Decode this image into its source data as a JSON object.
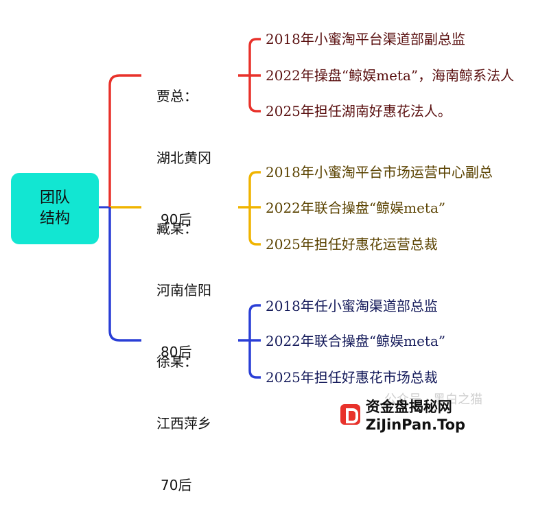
{
  "root": {
    "label_line1": "团队",
    "label_line2": "结构",
    "color": "#12e6d2"
  },
  "branches": [
    {
      "color": "#e8322b",
      "text_color": "#5a1010",
      "name": "贾总：",
      "place": "湖北黄冈",
      "age": "90后",
      "items": [
        "2018年小蜜淘平台渠道部副总监",
        "2022年操盘“鲸娱meta”，海南鲸系法人",
        "2025年担任湖南好惠花法人。"
      ]
    },
    {
      "color": "#f0b400",
      "text_color": "#5a4200",
      "name": "臧某：",
      "place": "河南信阳",
      "age": "80后",
      "items": [
        "2018年小蜜淘平台市场运营中心副总",
        "2022年联合操盘“鲸娱meta”",
        "2025年担任好惠花运营总裁"
      ]
    },
    {
      "color": "#2a3fd6",
      "text_color": "#141a5a",
      "name": "徐某：",
      "place": "江西萍乡",
      "age": "70后",
      "items": [
        "2018年任小蜜淘渠道部总监",
        "2022年联合操盘“鲸娱meta”",
        "2025年担任好惠花市场总裁"
      ]
    }
  ],
  "watermark": {
    "text": "公众号 · 黑白之猫"
  },
  "badge": {
    "text": "资金盘揭秘网 ZiJinPan.Top"
  }
}
